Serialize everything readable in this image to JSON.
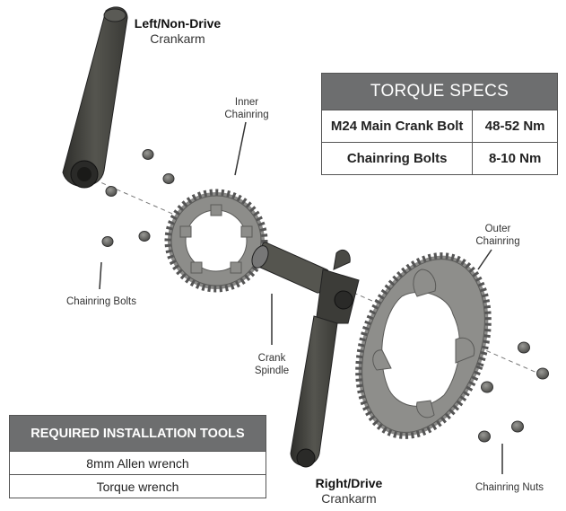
{
  "labels": {
    "left_arm_title": "Left/Non-Drive",
    "left_arm_sub": "Crankarm",
    "inner_ring_1": "Inner",
    "inner_ring_2": "Chainring",
    "outer_ring_1": "Outer",
    "outer_ring_2": "Chainring",
    "bolts": "Chainring Bolts",
    "spindle_1": "Crank",
    "spindle_2": "Spindle",
    "right_arm_title": "Right/Drive",
    "right_arm_sub": "Crankarm",
    "nuts": "Chainring Nuts"
  },
  "torque": {
    "title": "TORQUE SPECS",
    "rows": [
      {
        "part": "M24 Main Crank Bolt",
        "value": "48-52 Nm"
      },
      {
        "part": "Chainring Bolts",
        "value": "8-10 Nm"
      }
    ]
  },
  "tools": {
    "title": "REQUIRED INSTALLATION TOOLS",
    "items": [
      "8mm Allen wrench",
      "Torque wrench"
    ]
  },
  "colors": {
    "table_header": "#6d6e6f",
    "metal_dark": "#3e3e3a",
    "chainring": "#8a8a88"
  }
}
